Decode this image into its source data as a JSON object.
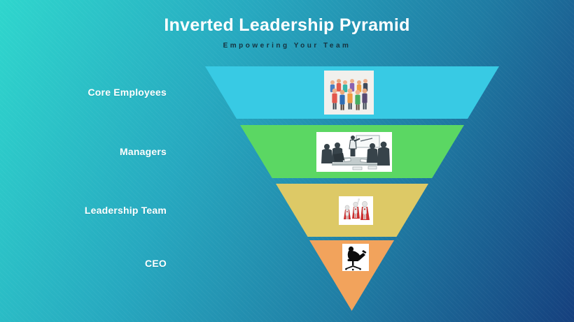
{
  "slide": {
    "title": "Inverted Leadership Pyramid",
    "subtitle": "Empowering Your Team"
  },
  "pyramid": {
    "levels": [
      {
        "label": "Core Employees",
        "color": "#38CAE4",
        "image": "crowd-of-employees-illustration"
      },
      {
        "label": "Managers",
        "color": "#5BD763",
        "image": "business-meeting-silhouette-illustration"
      },
      {
        "label": "Leadership Team",
        "color": "#DDC966",
        "image": "superhero-team-figures-illustration"
      },
      {
        "label": "CEO",
        "color": "#F2A35C",
        "image": "executive-reclining-in-chair-silhouette"
      }
    ]
  },
  "theme": {
    "background_gradient_start": "#2FD6CD",
    "background_gradient_mid": "#1F7BA3",
    "background_gradient_end": "#15407E",
    "title_color": "#FFFFFF",
    "subtitle_color": "#16323E",
    "label_color": "#FFFFFF"
  }
}
